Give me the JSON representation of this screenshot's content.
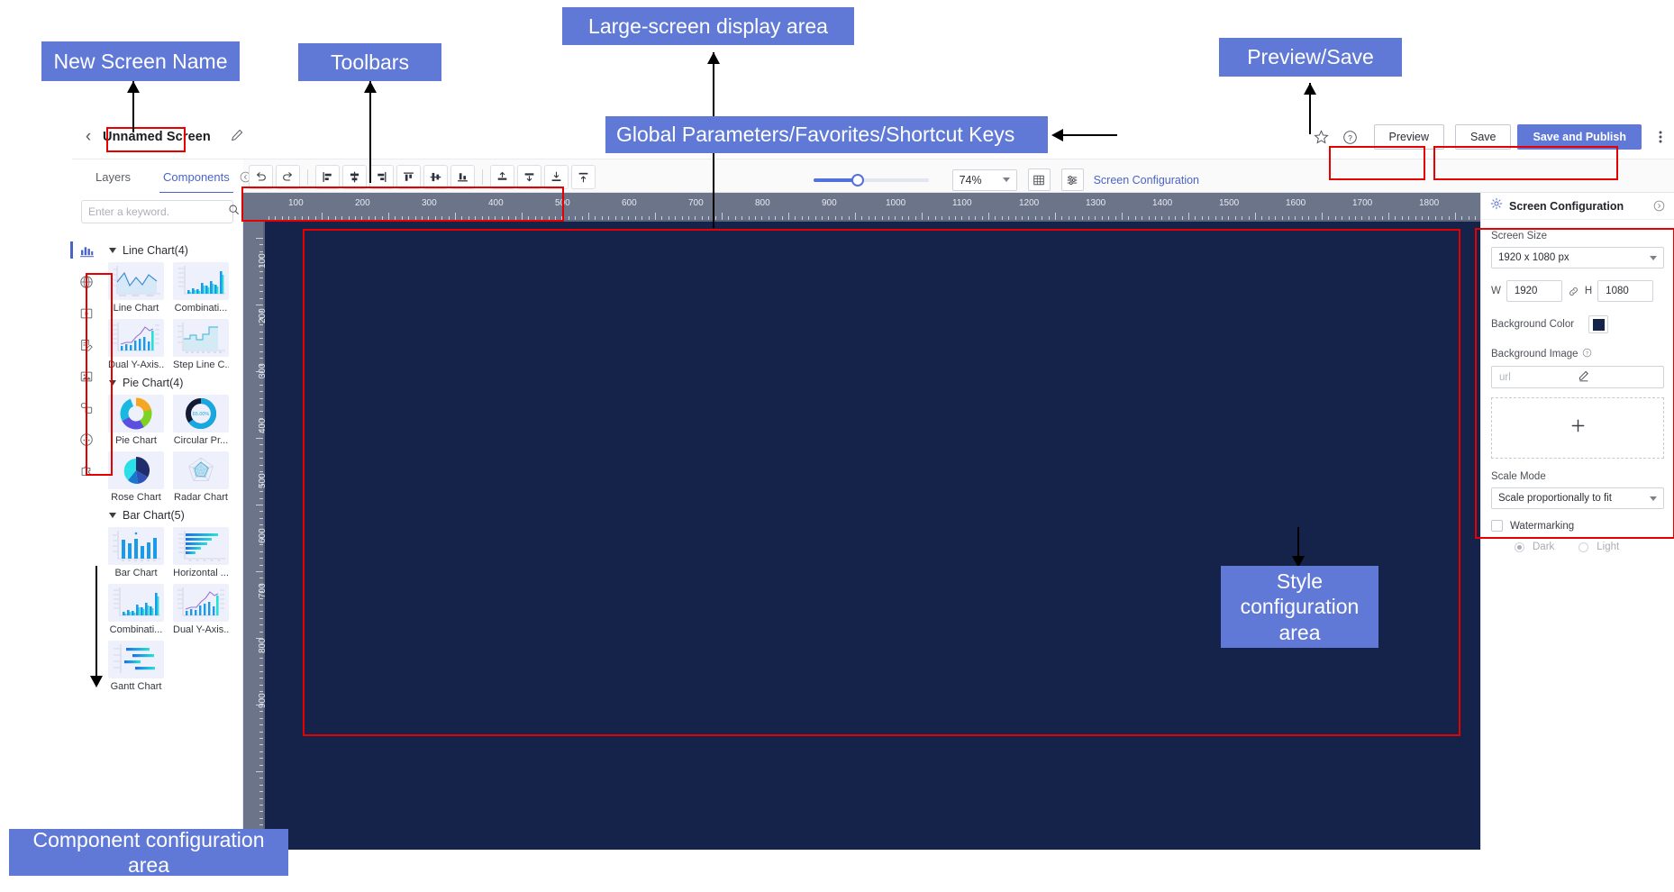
{
  "annotations": [
    {
      "id": "new-screen-name",
      "text": "New Screen Name"
    },
    {
      "id": "toolbars",
      "text": "Toolbars"
    },
    {
      "id": "large-screen-display-area",
      "text": "Large-screen display area"
    },
    {
      "id": "global-parameters",
      "text": "Global Parameters/Favorites/Shortcut Keys"
    },
    {
      "id": "preview-save",
      "text": "Preview/Save"
    },
    {
      "id": "style-configuration-area",
      "text": "Style\nconfiguration\narea"
    },
    {
      "id": "component-configuration-area",
      "text": "Component configuration area"
    }
  ],
  "annotation_labels": {
    "new_screen_name": "New Screen Name",
    "toolbars": "Toolbars",
    "large_screen": "Large-screen display area",
    "global_params": "Global Parameters/Favorites/Shortcut Keys",
    "preview_save": "Preview/Save",
    "style_config_line1": "Style",
    "style_config_line2": "configuration",
    "style_config_line3": "area",
    "component_config": "Component configuration area"
  },
  "topbar": {
    "back_icon": "chevron-left-icon",
    "screen_name": "Unnamed Screen",
    "edit_icon": "pencil-icon",
    "favorite_icon": "star-icon",
    "help_icon": "question-circle-icon",
    "preview_label": "Preview",
    "save_label": "Save",
    "publish_label": "Save and Publish",
    "more_icon": "kebab-menu-icon"
  },
  "panel_tabs": {
    "layers": "Layers",
    "components": "Components",
    "collapse_icon": "collapse-left-icon"
  },
  "toolbar": {
    "items": [
      {
        "name": "undo-icon",
        "title": "Undo"
      },
      {
        "name": "redo-icon",
        "title": "Redo"
      },
      {
        "name": "align-left-icon",
        "title": "Align left"
      },
      {
        "name": "align-center-horizontal-icon",
        "title": "Align center"
      },
      {
        "name": "align-right-icon",
        "title": "Align right"
      },
      {
        "name": "align-top-icon",
        "title": "Align top"
      },
      {
        "name": "align-middle-vertical-icon",
        "title": "Align middle"
      },
      {
        "name": "align-bottom-icon",
        "title": "Align bottom"
      },
      {
        "name": "bring-to-front-icon",
        "title": "Bring to front"
      },
      {
        "name": "send-backward-icon",
        "title": "Send backward"
      },
      {
        "name": "send-to-back-icon",
        "title": "Send to back"
      },
      {
        "name": "bring-forward-icon",
        "title": "Bring forward"
      }
    ]
  },
  "zoom_control": {
    "value": "74%",
    "slider_percent": 37,
    "grid_icon": "grid-toggle-icon",
    "settings_icon": "sliders-icon",
    "screen_config_link": "Screen Configuration"
  },
  "search": {
    "placeholder": "Enter a keyword.",
    "value": "",
    "icon": "search-icon"
  },
  "rail_icons": [
    {
      "name": "chart-bar-icon",
      "active": true
    },
    {
      "name": "globe-icon",
      "active": false
    },
    {
      "name": "media-play-icon",
      "active": false
    },
    {
      "name": "form-edit-icon",
      "active": false
    },
    {
      "name": "image-icon",
      "active": false
    },
    {
      "name": "relation-icon",
      "active": false
    },
    {
      "name": "more-circle-icon",
      "active": false
    },
    {
      "name": "puzzle-icon",
      "active": false
    }
  ],
  "component_groups": [
    {
      "title": "Line Chart(4)",
      "items": [
        {
          "label": "Line Chart",
          "thumb": "line"
        },
        {
          "label": "Combinati...",
          "thumb": "combo"
        },
        {
          "label": "Dual Y-Axis...",
          "thumb": "dualy"
        },
        {
          "label": "Step Line C...",
          "thumb": "step"
        }
      ]
    },
    {
      "title": "Pie Chart(4)",
      "items": [
        {
          "label": "Pie Chart",
          "thumb": "donut"
        },
        {
          "label": "Circular Pr...",
          "thumb": "progress"
        },
        {
          "label": "Rose Chart",
          "thumb": "rose"
        },
        {
          "label": "Radar Chart",
          "thumb": "radar"
        }
      ]
    },
    {
      "title": "Bar Chart(5)",
      "items": [
        {
          "label": "Bar Chart",
          "thumb": "bar"
        },
        {
          "label": "Horizontal ...",
          "thumb": "hbar"
        },
        {
          "label": "Combinati...",
          "thumb": "combo"
        },
        {
          "label": "Dual Y-Axis...",
          "thumb": "dualy"
        },
        {
          "label": "Gantt Chart",
          "thumb": "gantt"
        }
      ]
    }
  ],
  "thumb_labels": {
    "progress_value": "65.00%"
  },
  "ruler": {
    "horizontal_ticks": [
      "100",
      "200",
      "300",
      "400",
      "500",
      "600",
      "700",
      "800",
      "900",
      "1000",
      "1100",
      "1200",
      "1300",
      "1400",
      "1500",
      "1600",
      "1700",
      "1800"
    ],
    "vertical_ticks": [
      "100",
      "200",
      "300",
      "400",
      "500",
      "600",
      "700",
      "800",
      "900"
    ]
  },
  "screen_config": {
    "header": "Screen Configuration",
    "header_icon": "gear-icon",
    "collapse_icon": "chevron-right-circle-icon",
    "screen_size_label": "Screen Size",
    "screen_size_value": "1920 x 1080 px",
    "w_label": "W",
    "w_value": "1920",
    "link_icon": "link-icon",
    "h_label": "H",
    "h_value": "1080",
    "background_color_label": "Background Color",
    "background_color_value": "#15224a",
    "background_image_label": "Background Image",
    "background_image_help_icon": "question-circle-icon",
    "url_placeholder": "url",
    "url_value": "",
    "url_edit_icon": "pencil-icon",
    "upload_icon": "plus-icon",
    "scale_mode_label": "Scale Mode",
    "scale_mode_value": "Scale proportionally to fit",
    "watermarking_label": "Watermarking",
    "watermarking_checked": false,
    "theme_dark": "Dark",
    "theme_light": "Light",
    "theme_selected": "Dark"
  },
  "colors": {
    "accent": "#6079d6",
    "annotation_bg": "#6079d6",
    "highlight_border": "#e60000",
    "canvas_bg": "#15224a",
    "ruler_bg": "#6b7488",
    "link_blue": "#4a63c8"
  }
}
